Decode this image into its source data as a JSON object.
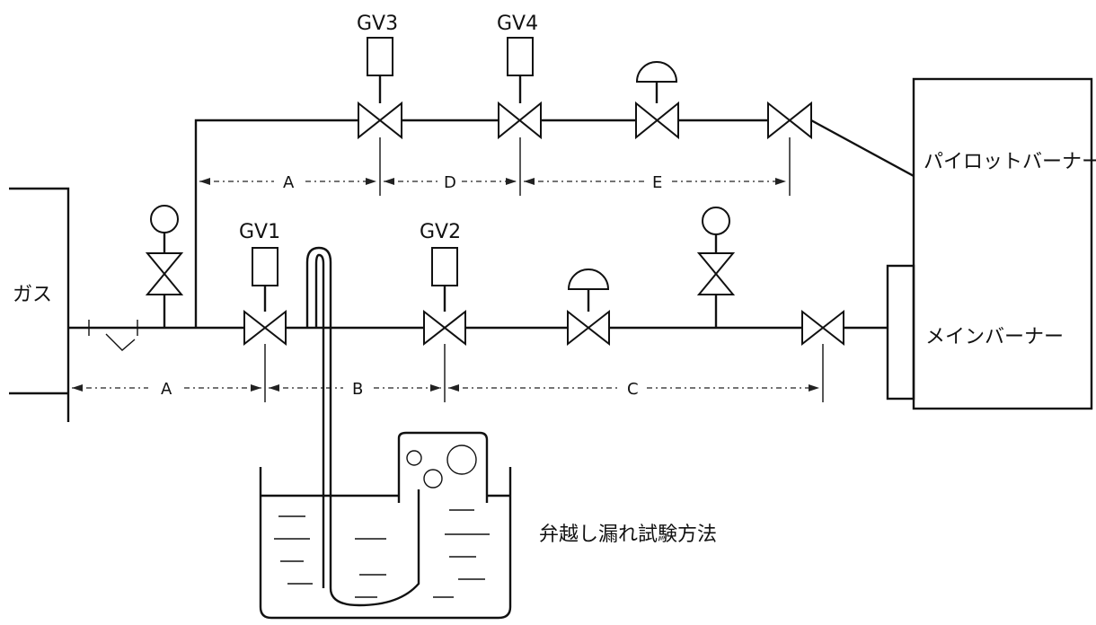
{
  "labels": {
    "gas": "ガス",
    "pilot_burner": "パイロットバーナー",
    "main_burner": "メインバーナー",
    "caption": "弁越し漏れ試験方法",
    "gv1": "GV1",
    "gv2": "GV2",
    "gv3": "GV3",
    "gv4": "GV4"
  },
  "dimensions": {
    "main": [
      "A",
      "B",
      "C"
    ],
    "pilot": [
      "A",
      "D",
      "E"
    ]
  },
  "colors": {
    "line": "#111111",
    "background": "#ffffff"
  },
  "icons": [
    "gate-valve-icon",
    "solenoid-actuator-icon",
    "diaphragm-actuator-icon",
    "pressure-gauge-icon",
    "strainer-icon",
    "water-bath-icon"
  ]
}
